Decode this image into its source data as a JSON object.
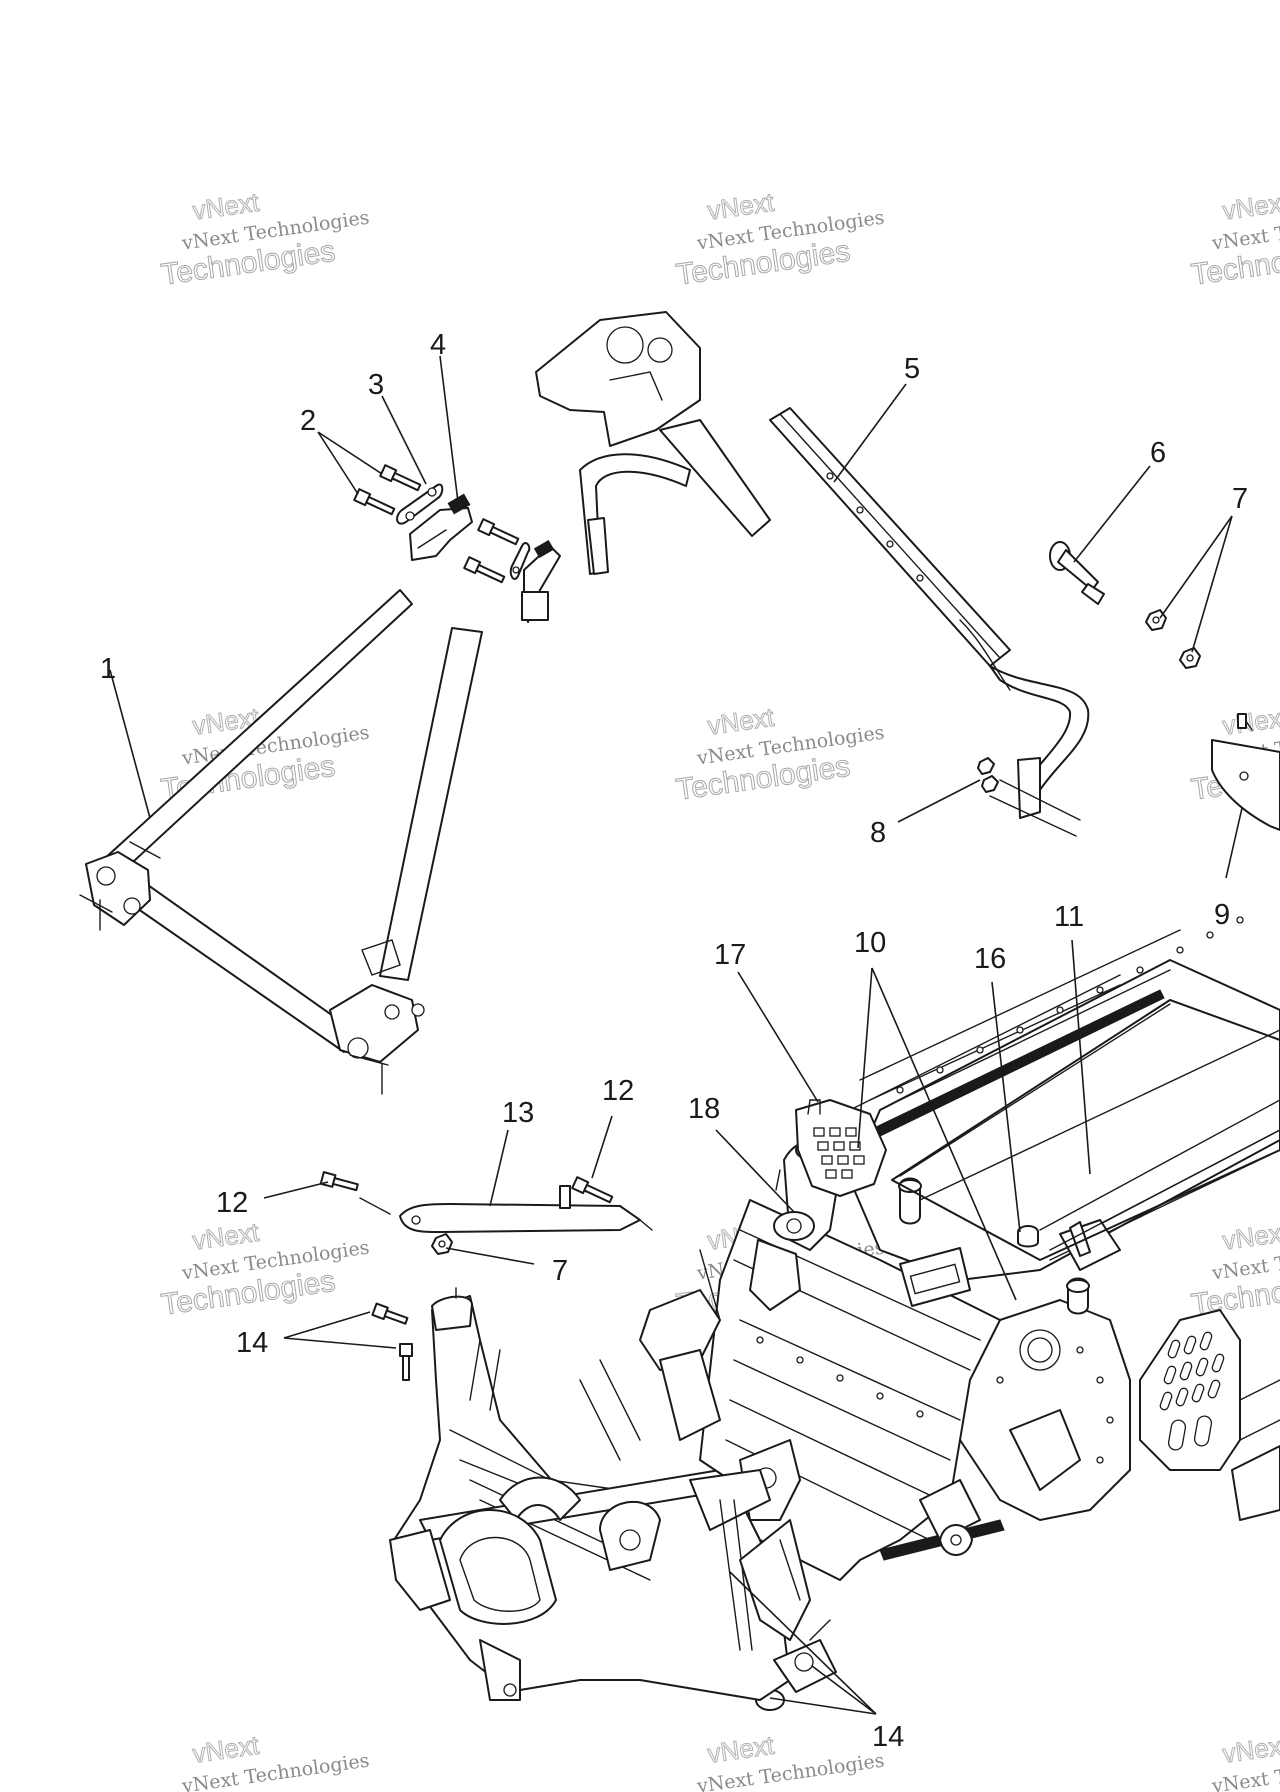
{
  "watermark": {
    "line1": "vNext Technologies",
    "line2": "Technologies",
    "line0": "vNext"
  },
  "callouts": {
    "c1": "1",
    "c2": "2",
    "c3": "3",
    "c4": "4",
    "c5": "5",
    "c6": "6",
    "c7a": "7",
    "c7b": "7",
    "c8": "8",
    "c9": "9",
    "c10": "10",
    "c11": "11",
    "c12a": "12",
    "c12b": "12",
    "c13": "13",
    "c14a": "14",
    "c14b": "14",
    "c16": "16",
    "c17": "17",
    "c18": "18"
  },
  "colors": {
    "line": "#1a1a1a",
    "watermark": "#a8a8a8",
    "background": "#ffffff"
  }
}
